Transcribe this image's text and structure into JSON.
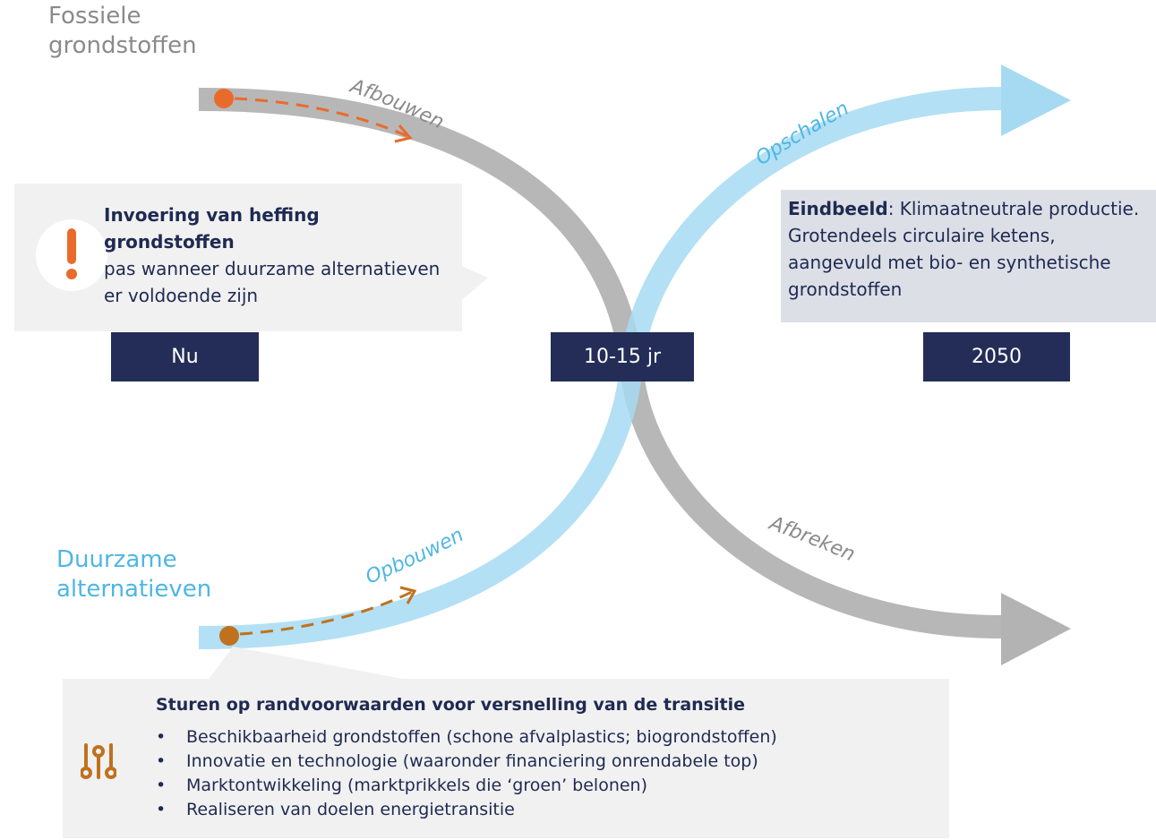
{
  "labels": {
    "fossil": [
      "Fossiele",
      "grondstoffen"
    ],
    "sustainable": [
      "Duurzame",
      "alternatieven"
    ]
  },
  "curve_labels": {
    "afbouwen": "Afbouwen",
    "opschalen": "Opschalen",
    "opbouwen": "Opbouwen",
    "afbreken": "Afbreken"
  },
  "callout_left": {
    "title": "Invoering van heffing grondstoffen",
    "body": "pas wanneer duurzame alternatieven er voldoende zijn",
    "icon": "exclamation-icon"
  },
  "callout_right": {
    "title": "Eindbeeld",
    "body": ": Klimaatneutrale productie.  Grotendeels circulaire ketens, aangevuld met bio- en synthetische grondstoffen"
  },
  "timeline": {
    "now": "Nu",
    "mid": "10-15 jr",
    "end": "2050"
  },
  "callout_bottom": {
    "heading": "Sturen op randvoorwaarden voor versnelling van de transitie",
    "bullet_glyph": "•",
    "items": [
      "Beschikbaarheid grondstoffen (schone afvalplastics; biogrondstoffen)",
      "Innovatie en technologie (waaronder financiering onrendabele top)",
      "Marktontwikkeling (marktprikkels die ‘groen’ belonen)",
      "Realiseren van doelen energietransitie"
    ],
    "icon": "settings-sliders-icon"
  },
  "colors": {
    "navy": "#232d57",
    "text": "#1f2a52",
    "grey_arrow": "#b3b3b3",
    "blue_arrow": "#a6daf2",
    "blue_text": "#4fb6e3",
    "orange": "#e96b2c",
    "brown_orange": "#c0711e",
    "callout_grey": "#f1f1f1",
    "callout_blue_grey": "#dcdfe6"
  }
}
